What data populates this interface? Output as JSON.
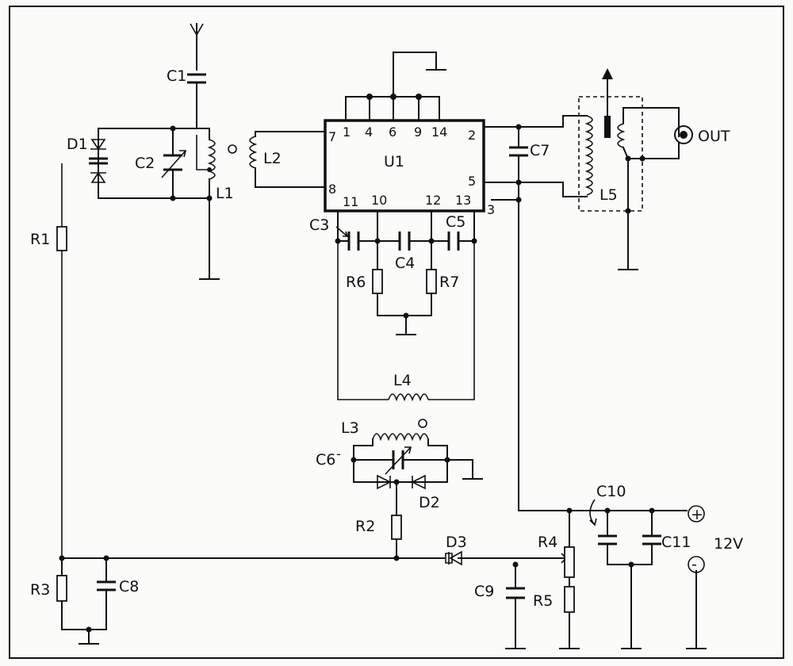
{
  "components": {
    "C1": "C1",
    "C2": "C2",
    "C3": "C3",
    "C4": "C4",
    "C5": "C5",
    "C6": "C6",
    "C7": "C7",
    "C8": "C8",
    "C9": "C9",
    "C10": "C10",
    "C11": "C11",
    "D1": "D1",
    "D2": "D2",
    "D3": "D3",
    "L1": "L1",
    "L2": "L2",
    "L3": "L3",
    "L4": "L4",
    "L5": "L5",
    "R1": "R1",
    "R2": "R2",
    "R3": "R3",
    "R4": "R4",
    "R5": "R5",
    "R6": "R6",
    "R7": "R7",
    "U1": "U1"
  },
  "ic_pins": {
    "p7": "7",
    "p1": "1",
    "p4": "4",
    "p6": "6",
    "p9": "9",
    "p14": "14",
    "p2": "2",
    "p5": "5",
    "p3": "3",
    "p8": "8",
    "p11": "11",
    "p10": "10",
    "p12": "12",
    "p13": "13"
  },
  "terminals": {
    "out": "OUT",
    "plus": "+",
    "minus": "-",
    "supply": "12V",
    "c6_mark": "-"
  }
}
